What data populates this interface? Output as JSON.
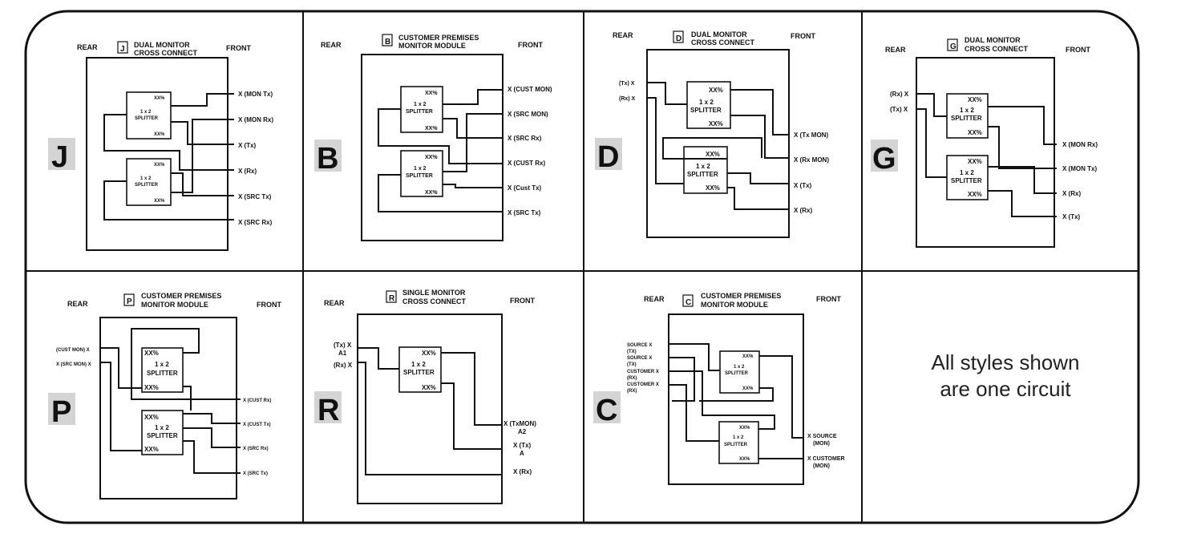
{
  "common": {
    "rear": "REAR",
    "front": "FRONT",
    "xx": "XX%",
    "split_a": "1 x 2",
    "split_b": "SPLITTER"
  },
  "note": {
    "line1": "All styles shown",
    "line2": "are one circuit"
  },
  "panels": {
    "J": {
      "code": "J",
      "title1": "DUAL MONITOR",
      "title2": "CROSS CONNECT",
      "big": "J",
      "p": [
        "X  (MON Tx)",
        "X  (MON Rx)",
        "X (Tx)",
        "X (Rx)",
        "X  (SRC Tx)",
        "X  (SRC Rx)"
      ]
    },
    "B": {
      "code": "B",
      "title1": "CUSTOMER PREMISES",
      "title2": "MONITOR MODULE",
      "big": "B",
      "p": [
        "X (CUST MON)",
        "X (SRC MON)",
        "X (SRC Rx)",
        "X (CUST Rx)",
        "X (Cust Tx)",
        "X (SRC Tx)"
      ]
    },
    "D": {
      "code": "D",
      "title1": "DUAL MONITOR",
      "title2": "CROSS CONNECT",
      "big": "D",
      "l": [
        "(Tx)  X",
        "(Rx)  X"
      ],
      "p": [
        "X (Tx MON)",
        "X (Rx MON)",
        "X (Tx)",
        "X (Rx)"
      ]
    },
    "G": {
      "code": "G",
      "title1": "DUAL MONITOR",
      "title2": "CROSS CONNECT",
      "big": "G",
      "l": [
        "(Rx) X",
        "(Tx) X"
      ],
      "p": [
        "X (MON Rx)",
        "X (MON Tx)",
        "X (Rx)",
        "X (Tx)"
      ]
    },
    "P": {
      "code": "P",
      "title1": "CUSTOMER PREMISES",
      "title2": "MONITOR MODULE",
      "big": "P",
      "l": [
        "(CUST MON) X",
        "X (SRC MON) X"
      ],
      "p": [
        "X (CUST Rx)",
        "X (CUST Tx)",
        "X (SRC Rx)",
        "X (SRC Tx)"
      ]
    },
    "R": {
      "code": "R",
      "title1": "SINGLE MONITOR",
      "title2": "CROSS CONNECT",
      "big": "R",
      "l": [
        "(Tx) X",
        "A1",
        "(Rx) X"
      ],
      "p": [
        "X  (TxMON)",
        "A2",
        "X (Tx)",
        "A",
        "X (Rx)"
      ]
    },
    "C": {
      "code": "C",
      "title1": "CUSTOMER PREMISES",
      "title2": "MONITOR MODULE",
      "big": "C",
      "l": [
        "SOURCE X",
        "(TX)",
        "SOURCE X",
        "(TX)",
        "CUSTOMER X",
        "(RX)",
        "CUSTOMER X",
        "(RX)"
      ],
      "p": [
        "X SOURCE",
        "(MON)",
        "X CUSTOMER",
        "(MON)"
      ]
    }
  }
}
